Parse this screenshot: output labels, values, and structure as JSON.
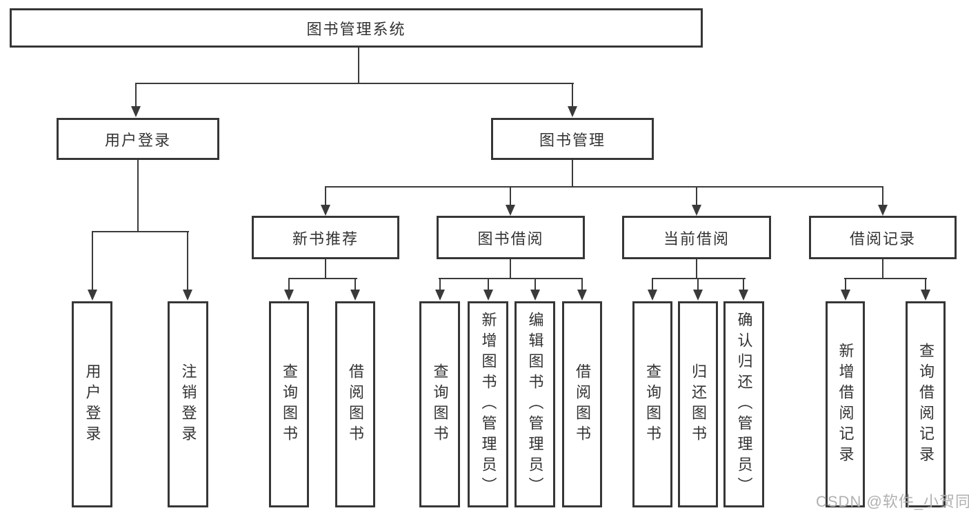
{
  "page": {
    "background": "#ffffff"
  },
  "colors": {
    "box_border": "#363636",
    "connector_line": "#3a3a3a",
    "text": "#333333",
    "watermark_text": "#b0b0b0"
  },
  "watermark": "CSDN @软件_小贺同学",
  "tree": {
    "root": "图书管理系统",
    "branches": [
      {
        "label": "用户登录",
        "leaves": [
          "用户登录",
          "注销登录"
        ]
      },
      {
        "label": "图书管理",
        "children": [
          {
            "label": "新书推荐",
            "leaves": [
              "查询图书",
              "借阅图书"
            ]
          },
          {
            "label": "图书借阅",
            "leaves": [
              "查询图书",
              "新增图书（管理员）",
              "编辑图书（管理员）",
              "借阅图书"
            ]
          },
          {
            "label": "当前借阅",
            "leaves": [
              "查询图书",
              "归还图书",
              "确认归还（管理员）"
            ]
          },
          {
            "label": "借阅记录",
            "leaves": [
              "新增借阅记录",
              "查询借阅记录"
            ]
          }
        ]
      }
    ]
  }
}
